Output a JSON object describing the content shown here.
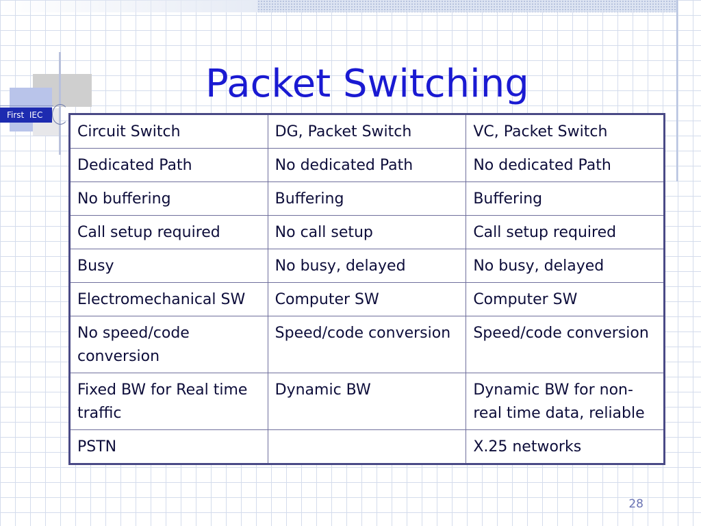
{
  "sidebar": {
    "badge_text": "First  IEC"
  },
  "slide": {
    "title": "Packet Switching",
    "page_number": "28"
  },
  "table": {
    "rows": [
      [
        "Circuit Switch",
        "DG,  Packet Switch",
        "VC,  Packet Switch"
      ],
      [
        "Dedicated Path",
        "No dedicated Path",
        "No dedicated Path"
      ],
      [
        "No buffering",
        "Buffering",
        "Buffering"
      ],
      [
        "Call setup required",
        "No call setup",
        "Call setup required"
      ],
      [
        "Busy",
        "No busy, delayed",
        "No busy, delayed"
      ],
      [
        "Electromechanical SW",
        "Computer SW",
        "Computer SW"
      ],
      [
        "No speed/code conversion",
        "Speed/code conversion",
        "Speed/code conversion"
      ],
      [
        "Fixed BW for Real time traffic",
        "Dynamic BW",
        "Dynamic BW for non-real time data, reliable"
      ],
      [
        "PSTN",
        "",
        "X.25 networks"
      ]
    ]
  },
  "colors": {
    "title": "#1a1ad2",
    "badge_bg": "#1d2bb0",
    "table_border": "#4a4a86",
    "page_number": "#6b74b4"
  }
}
